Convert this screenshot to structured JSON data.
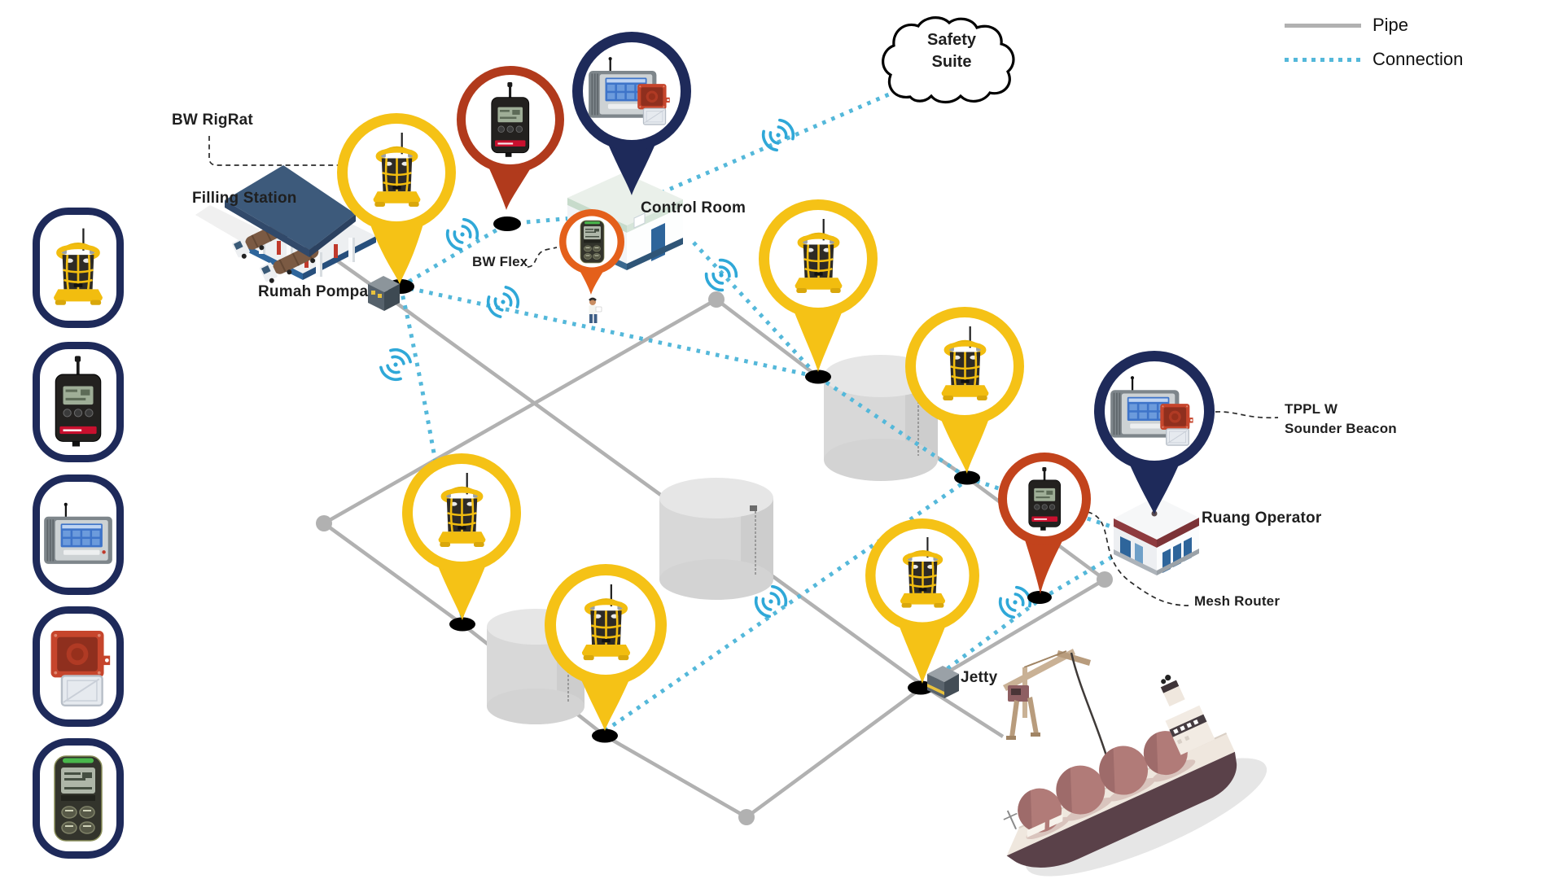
{
  "legend": {
    "items": [
      {
        "label": "Pipe",
        "swatch": "pipe-solid-gray-line"
      },
      {
        "label": "Connection",
        "swatch": "connection-dotted-blue-line"
      }
    ]
  },
  "cloud": {
    "line1": "Safety",
    "line2": "Suite"
  },
  "labels": {
    "bw_rigrat": "BW RigRat",
    "filling_station": "Filling Station",
    "rumah_pompa": "Rumah Pompa",
    "bw_flex": "BW Flex",
    "control_room": "Control Room",
    "tppl_line1": "TPPL W",
    "tppl_line2": "Sounder Beacon",
    "ruang_operator": "Ruang Operator",
    "mesh_router": "Mesh Router",
    "jetty": "Jetty"
  },
  "sidebar": {
    "items": [
      {
        "icon": "bw-rigrat-device-icon"
      },
      {
        "icon": "mesh-router-device-icon"
      },
      {
        "icon": "tppl-controller-device-icon"
      },
      {
        "icon": "sounder-beacon-device-icon"
      },
      {
        "icon": "bw-flex-device-icon"
      }
    ]
  },
  "pins": [
    {
      "icon": "bw-rigrat-device-icon",
      "style": "yellow",
      "area": "Filling Station / Rumah Pompa"
    },
    {
      "icon": "mesh-router-device-icon",
      "style": "dark-red",
      "area": "north of Control Room"
    },
    {
      "icon": "tppl-sounder-beacon-icon",
      "style": "navy",
      "area": "Control Room"
    },
    {
      "icon": "bw-flex-device-icon",
      "style": "orange",
      "area": "Control Room worker"
    },
    {
      "icon": "bw-rigrat-device-icon",
      "style": "yellow",
      "area": "north tank"
    },
    {
      "icon": "bw-rigrat-device-icon",
      "style": "yellow",
      "area": "east tank"
    },
    {
      "icon": "bw-rigrat-device-icon",
      "style": "yellow",
      "area": "west tank"
    },
    {
      "icon": "bw-rigrat-device-icon",
      "style": "yellow",
      "area": "south tank"
    },
    {
      "icon": "bw-rigrat-device-icon",
      "style": "yellow",
      "area": "Jetty"
    },
    {
      "icon": "mesh-router-device-icon",
      "style": "dark-red",
      "area": "Ruang Operator"
    },
    {
      "icon": "tppl-sounder-beacon-icon",
      "style": "navy",
      "area": "Ruang Operator"
    }
  ],
  "colors": {
    "pin-yellow": "#F5C216",
    "pin-dark-red": "#B13A1C",
    "pin-red2": "#C2431C",
    "pin-orange": "#E4601B",
    "pin-navy": "#1E2A5A",
    "connection-blue": "#54B8DA",
    "wifi-blue": "#2FA8D8",
    "pipe-gray": "#B1B1B1",
    "text-dark": "#1F1F1F"
  }
}
